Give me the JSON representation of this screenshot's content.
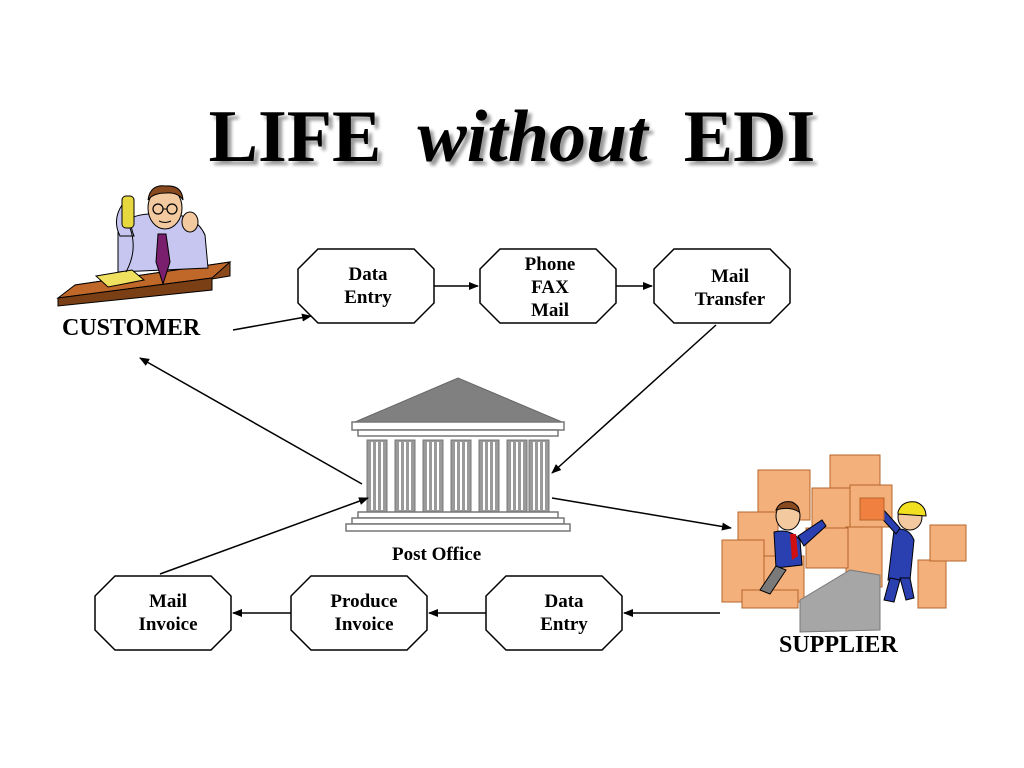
{
  "title": {
    "part1": "LIFE",
    "part2": "without",
    "part3": "EDI"
  },
  "labels": {
    "customer": "CUSTOMER",
    "supplier": "SUPPLIER",
    "post_office": "Post Office"
  },
  "boxes": {
    "top_data_entry": [
      "Data",
      "Entry"
    ],
    "phone_fax_mail": [
      "Phone",
      "FAX",
      "Mail"
    ],
    "mail_transfer": [
      "Mail",
      "Transfer"
    ],
    "bottom_data_entry": [
      "Data",
      "Entry"
    ],
    "produce_invoice": [
      "Produce",
      "Invoice"
    ],
    "mail_invoice": [
      "Mail",
      "Invoice"
    ]
  },
  "icons": {
    "customer": "customer-on-phone-icon",
    "post_office": "post-office-building-icon",
    "supplier": "supplier-workers-boxes-icon"
  }
}
